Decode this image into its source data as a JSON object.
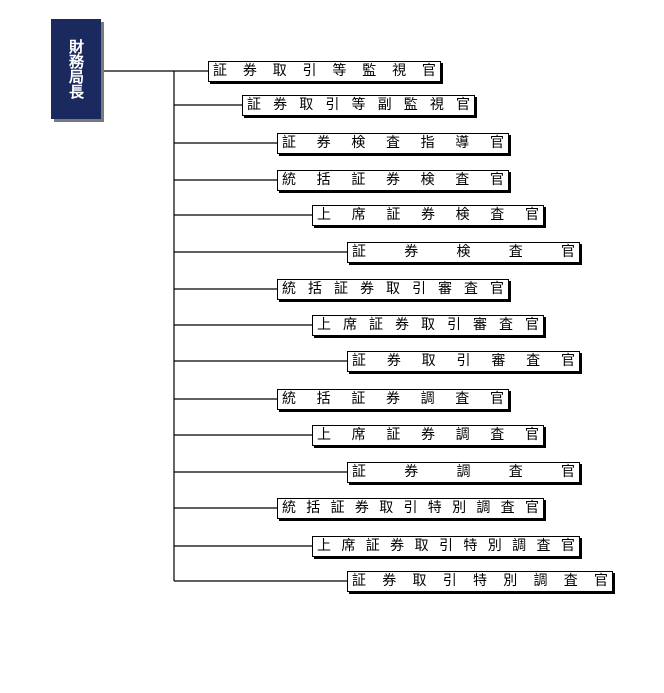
{
  "root": {
    "label": "財務局長"
  },
  "nodes": [
    {
      "id": "n1",
      "label": "証券取引等監視官"
    },
    {
      "id": "n2",
      "label": "証券取引等副監視官"
    },
    {
      "id": "n3",
      "label": "証券検査指導官"
    },
    {
      "id": "n4",
      "label": "統括証券検査官"
    },
    {
      "id": "n5",
      "label": "上席証券検査官"
    },
    {
      "id": "n6",
      "label": "証券検査官"
    },
    {
      "id": "n7",
      "label": "統括証券取引審査官"
    },
    {
      "id": "n8",
      "label": "上席証券取引審査官"
    },
    {
      "id": "n9",
      "label": "証券取引審査官"
    },
    {
      "id": "n10",
      "label": "統括証券調査官"
    },
    {
      "id": "n11",
      "label": "上席証券調査官"
    },
    {
      "id": "n12",
      "label": "証券調査官"
    },
    {
      "id": "n13",
      "label": "統括証券取引特別調査官"
    },
    {
      "id": "n14",
      "label": "上席証券取引特別調査官"
    },
    {
      "id": "n15",
      "label": "証券取引特別調査官"
    }
  ],
  "colors": {
    "root_fill": "#1a2a5e",
    "root_text": "#ffffff",
    "line": "#000000"
  }
}
